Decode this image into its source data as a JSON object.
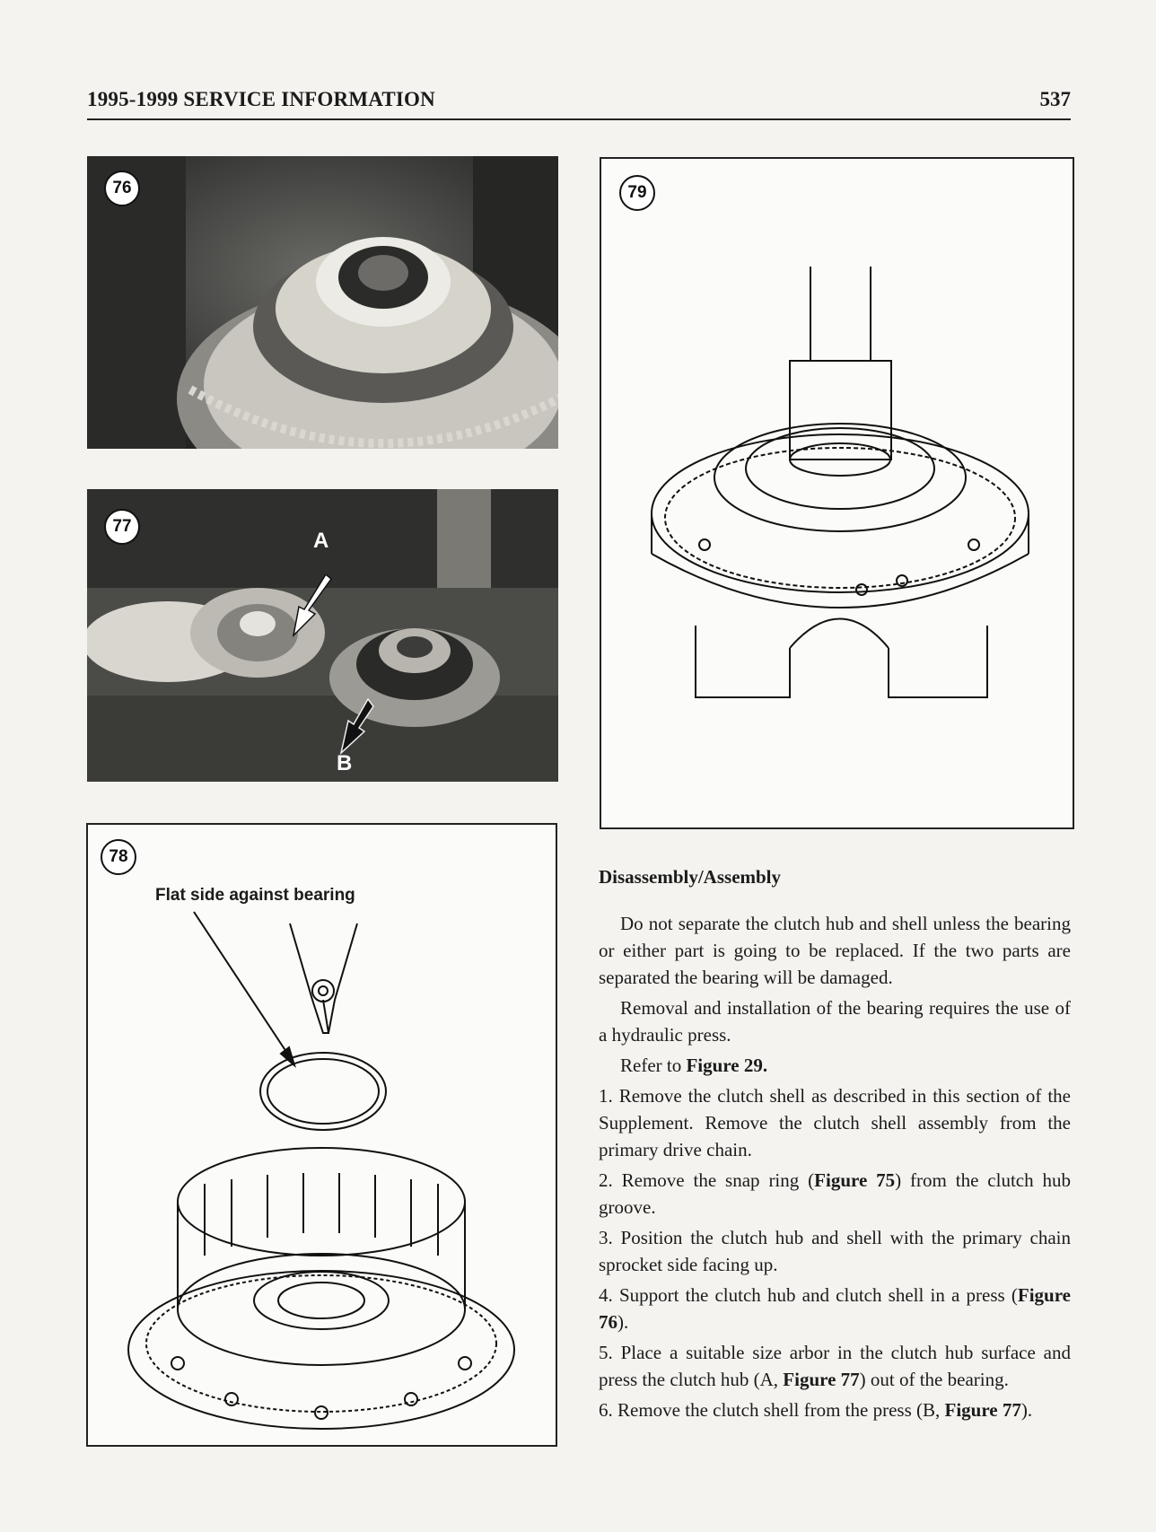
{
  "header": {
    "title": "1995-1999 SERVICE INFORMATION",
    "page_number": "537"
  },
  "figures": {
    "fig76": {
      "number": "76"
    },
    "fig77": {
      "number": "77",
      "label_a": "A",
      "label_b": "B"
    },
    "fig78": {
      "number": "78",
      "callout": "Flat side against bearing"
    },
    "fig79": {
      "number": "79"
    }
  },
  "section": {
    "heading": "Disassembly/Assembly",
    "paragraphs": [
      "Do not separate the clutch hub and shell unless the bearing or either part is going to be replaced. If the two parts are separated the bearing will be damaged.",
      "Removal and installation of the bearing requires the use of a hydraulic press."
    ],
    "refer_prefix": "Refer to ",
    "refer_figure": "Figure 29.",
    "steps": [
      {
        "pre": "1. Remove the clutch shell as described in this section of the Supplement. Remove the clutch shell assembly from the primary drive chain."
      },
      {
        "pre": "2. Remove the snap ring (",
        "fig": "Figure 75",
        "post": ") from the clutch hub groove."
      },
      {
        "pre": "3. Position the clutch hub and shell with the primary chain sprocket side facing up."
      },
      {
        "pre": "4. Support the clutch hub and clutch shell in a press (",
        "fig": "Figure 76",
        "post": ")."
      },
      {
        "pre": "5. Place a suitable size arbor in the clutch hub surface and press the clutch hub (A, ",
        "fig": "Figure 77",
        "post": ") out of the bearing."
      },
      {
        "pre": "6. Remove the clutch shell from the press (B, ",
        "fig": "Figure 77",
        "post": ")."
      }
    ]
  }
}
